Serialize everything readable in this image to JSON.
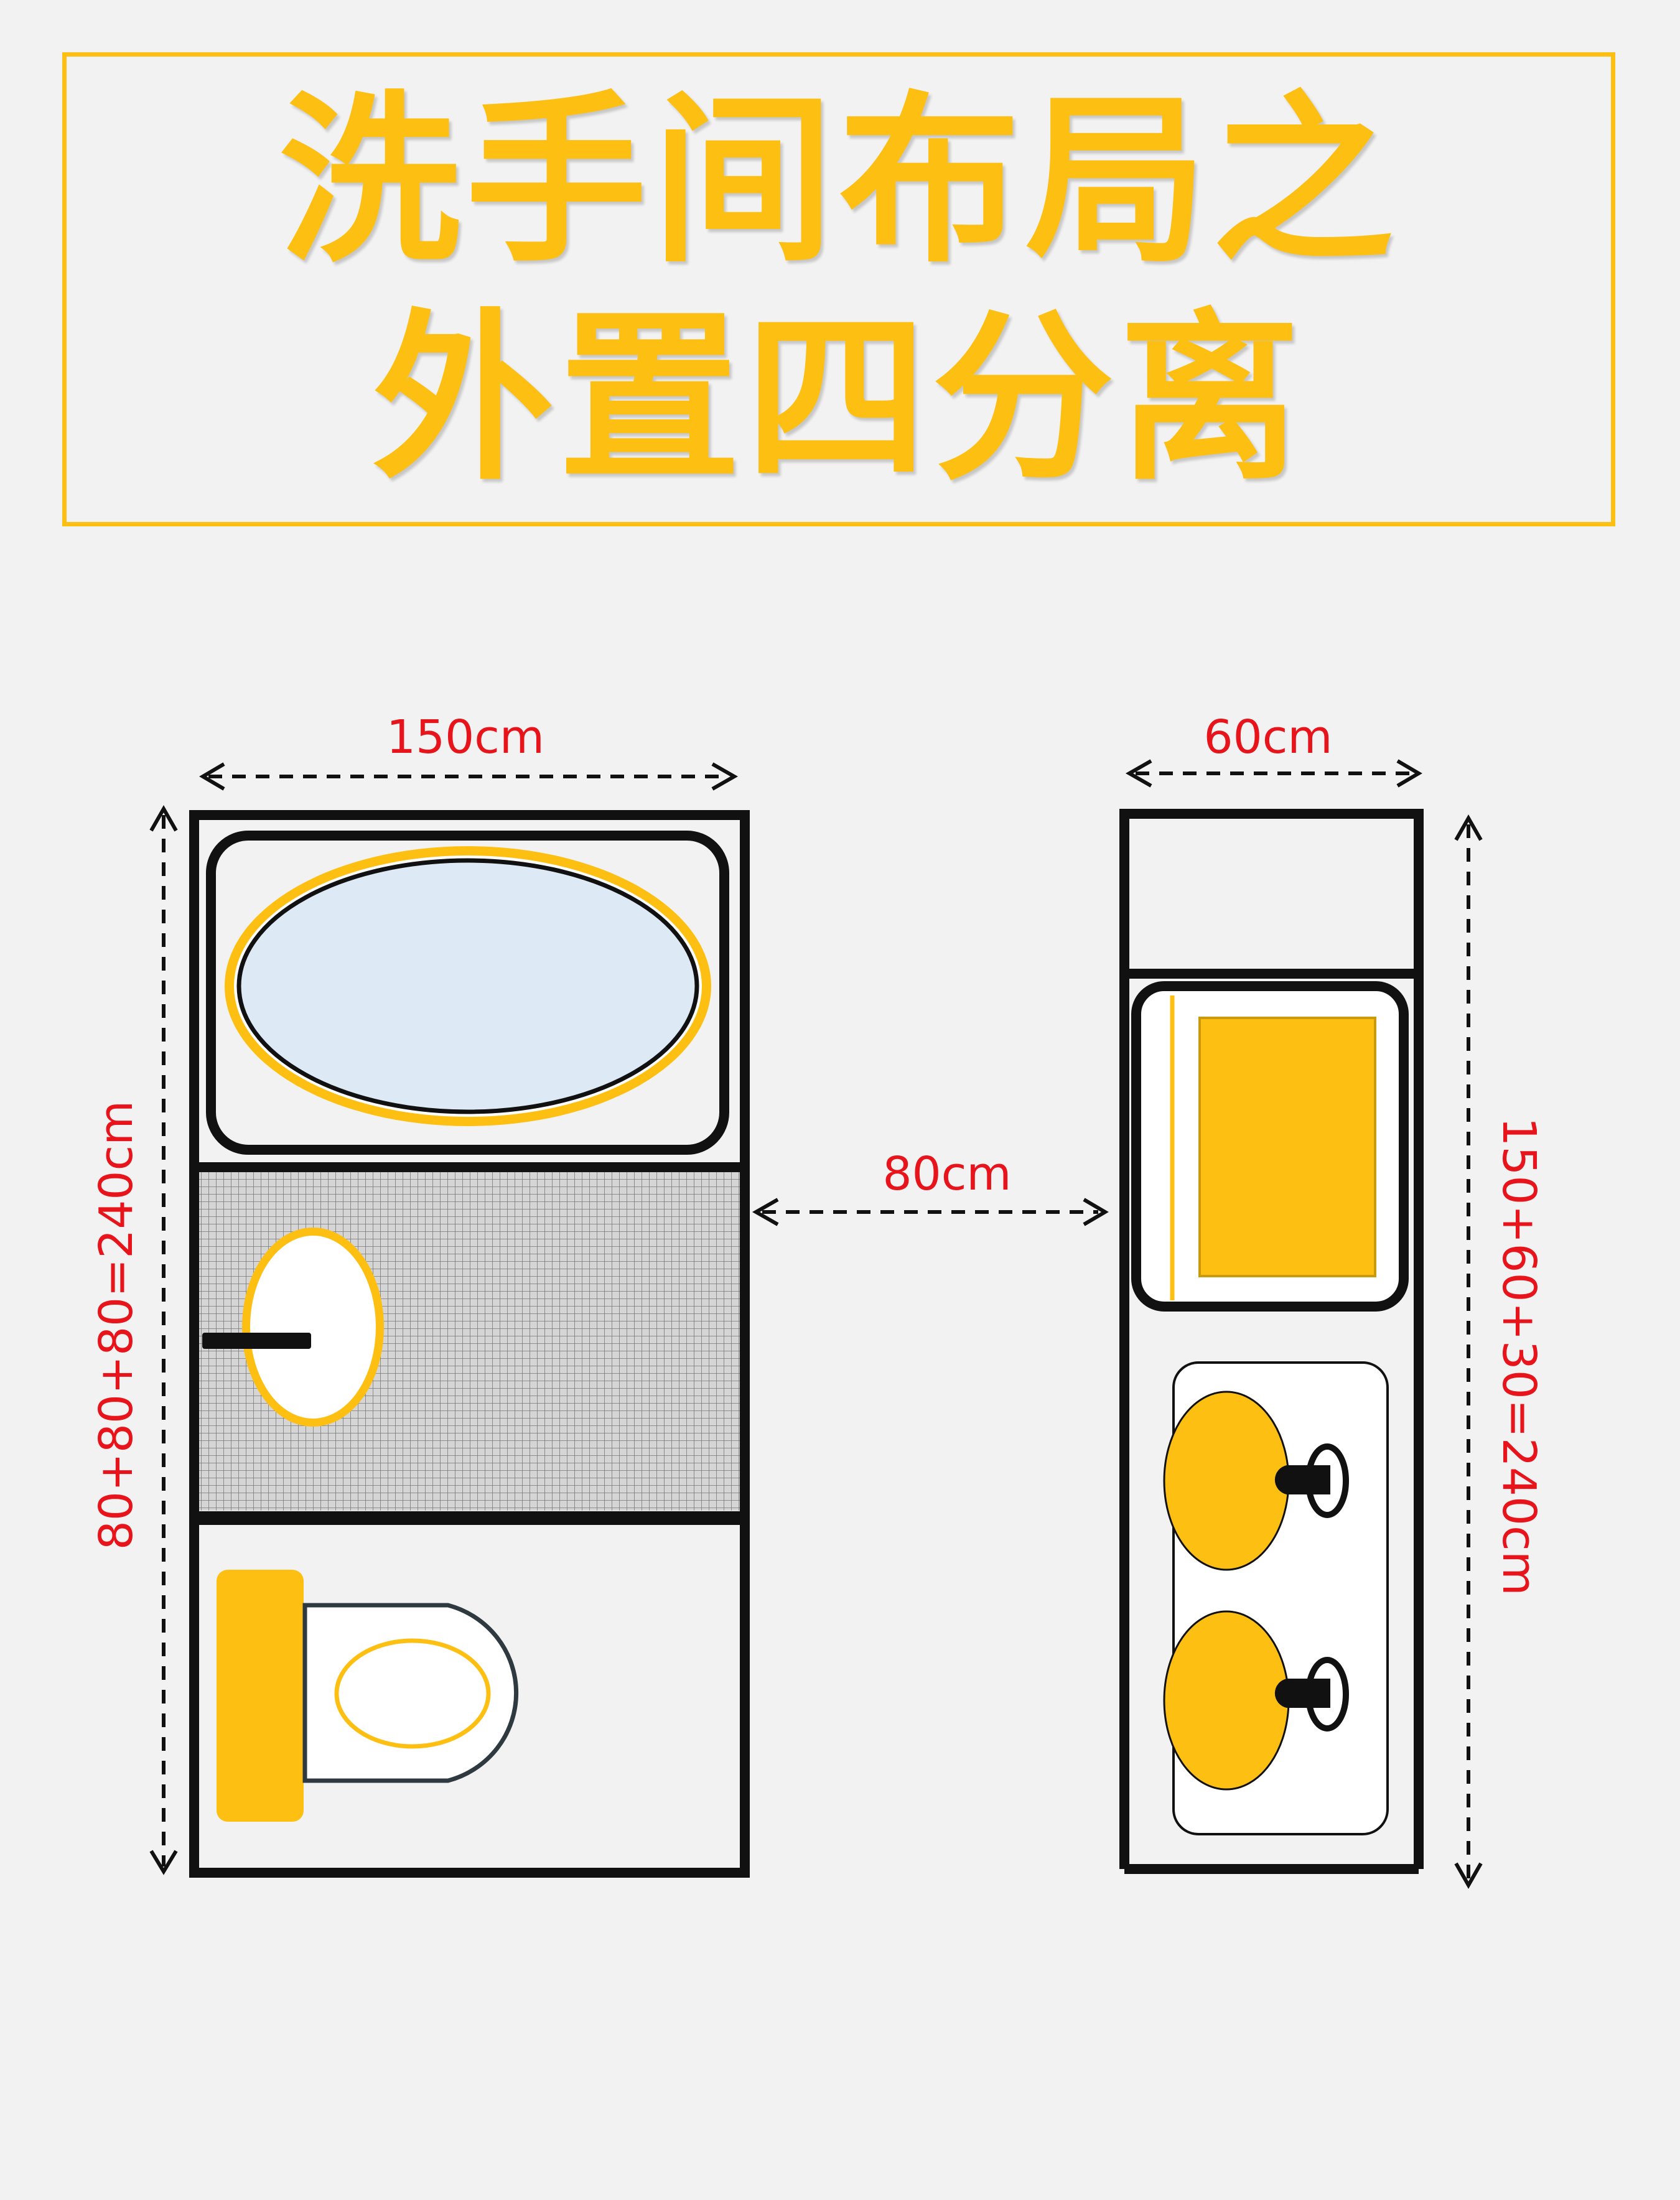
{
  "title": {
    "line1": "洗手间布局之",
    "line2": "外置四分离"
  },
  "left_plan": {
    "width_label": "150cm",
    "height_label": "80+80+80=240cm"
  },
  "gap_label": "80cm",
  "right_plan": {
    "width_label": "60cm",
    "height_label": "150+60+30=240cm"
  },
  "colors": {
    "accent": "#fdbf12",
    "dimension": "#e8141b",
    "wall": "#111111",
    "background": "#f2f2f2",
    "tub_water": "#dde9f4"
  },
  "icons": {
    "bathtub": "bathtub-icon",
    "basin": "wash-basin-icon",
    "toilet": "toilet-icon",
    "shower": "shower-area-icon",
    "washing_machine": "washing-machine-icon"
  }
}
